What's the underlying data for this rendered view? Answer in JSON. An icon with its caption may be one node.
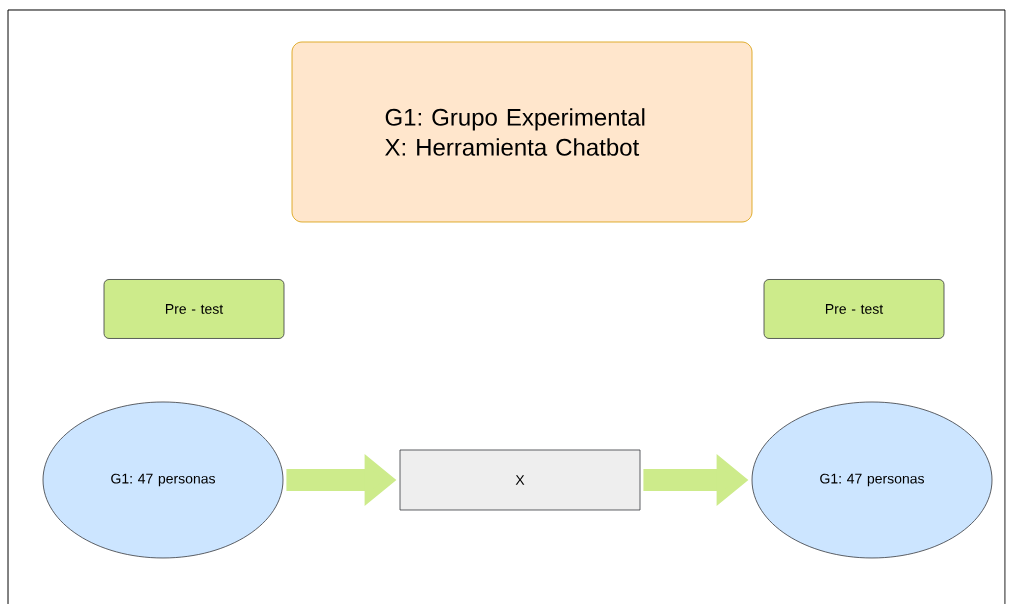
{
  "diagram": {
    "nodes": [
      {
        "text": [
          "G1: Grupo Experimental X: Herramienta Chatbot"
        ]
      },
      {
        "text": [
          "Pre - test"
        ]
      },
      {
        "text": [
          "Pre - test"
        ]
      },
      {
        "text": [
          "G1: 47 personas"
        ]
      },
      {
        "text": [
          "X"
        ]
      },
      {
        "text": [
          "G1: 47 personas"
        ]
      }
    ],
    "edges": [
      {
        "from": 3,
        "to": 4,
        "arrow": "to"
      },
      {
        "from": 4,
        "to": 5,
        "arrow": "to"
      }
    ]
  }
}
